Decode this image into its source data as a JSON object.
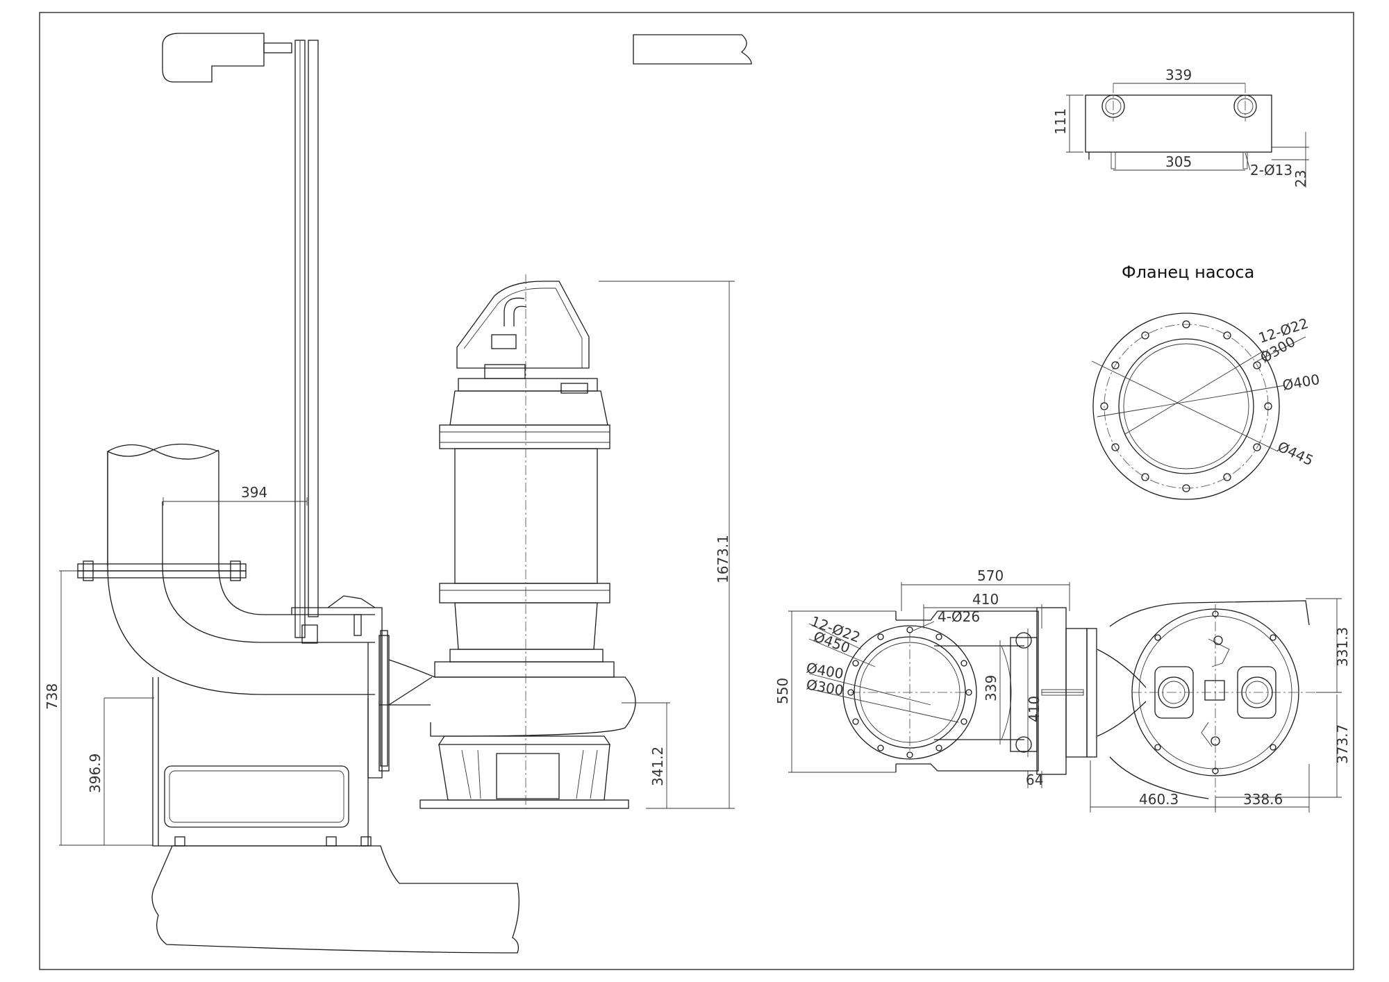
{
  "drawing": {
    "flange_title": "Фланец насоса",
    "dims": {
      "d394": "394",
      "d1673": "1673.1",
      "d738": "738",
      "d3969": "396.9",
      "d3412": "341.2",
      "d339_top": "339",
      "d111": "111",
      "d305": "305",
      "d2_13": "2-Ø13",
      "d23": "23",
      "f12_22": "12-Ø22",
      "f300": "Ø300",
      "f400": "Ø400",
      "f445": "Ø445",
      "d570": "570",
      "d410_h": "410",
      "d4_26": "4-Ø26",
      "b12_22": "12-Ø22",
      "b450": "Ø450",
      "b400": "Ø400",
      "b300": "Ø300",
      "d550": "550",
      "d339_v": "339",
      "d410_v": "410",
      "d64": "64",
      "d3313": "331.3",
      "d3737": "373.7",
      "d4603": "460.3",
      "d3386": "338.6"
    }
  }
}
